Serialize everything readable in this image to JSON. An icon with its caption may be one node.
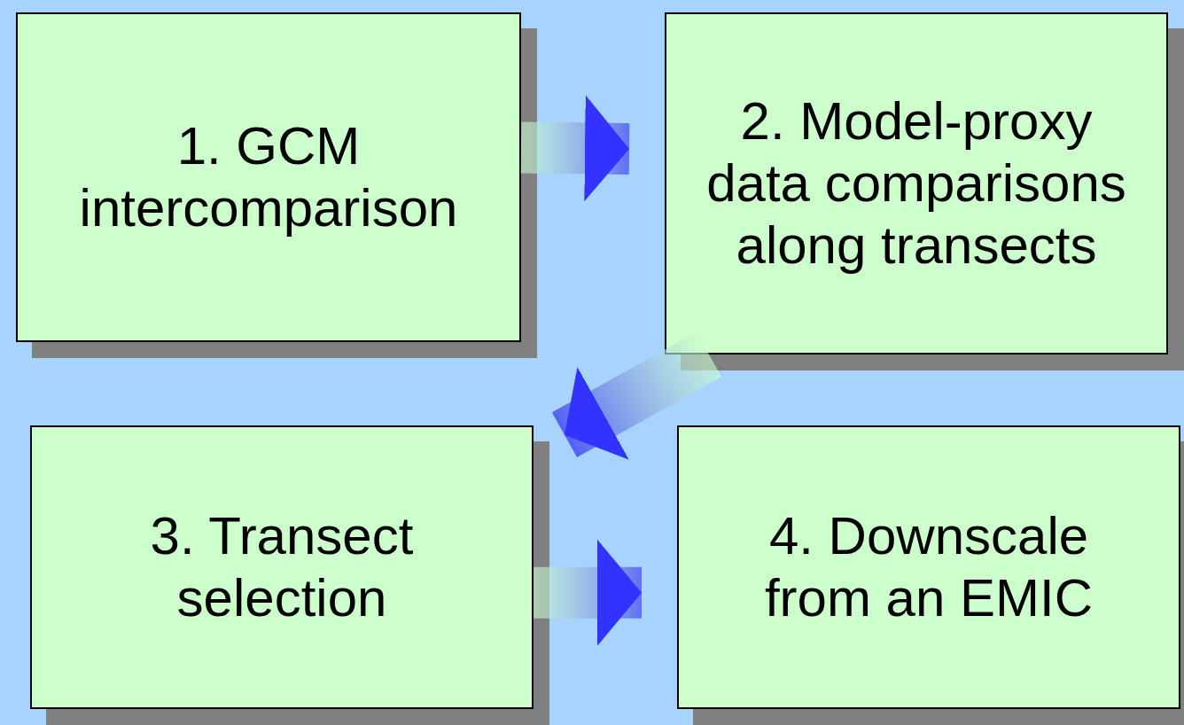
{
  "diagram": {
    "nodes": [
      {
        "text": [
          "1. GCM intercomparison"
        ]
      },
      {
        "text": [
          "2. Model-proxy data comparisons along transects"
        ]
      },
      {
        "text": [
          "3. Transect selection"
        ]
      },
      {
        "text": [
          "4. Downscale from an EMIC"
        ]
      }
    ],
    "edges": [
      {
        "from": 0,
        "to": 1,
        "arrow": "to",
        "style": "thick"
      },
      {
        "from": 1,
        "to": 2,
        "arrow": "to",
        "style": "thick"
      },
      {
        "from": 2,
        "to": 3,
        "arrow": "to",
        "style": "thick"
      }
    ]
  }
}
